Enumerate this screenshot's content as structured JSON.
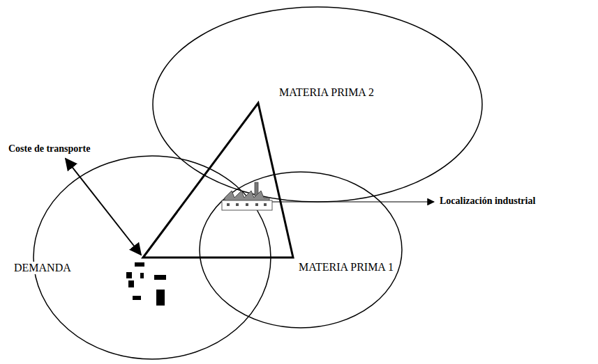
{
  "diagram": {
    "labels": [
      "MATERIA PRIMA 2",
      "Coste de transporte",
      "Localización industrial",
      "DEMANDA",
      "MATERIA PRIMA 1"
    ]
  }
}
